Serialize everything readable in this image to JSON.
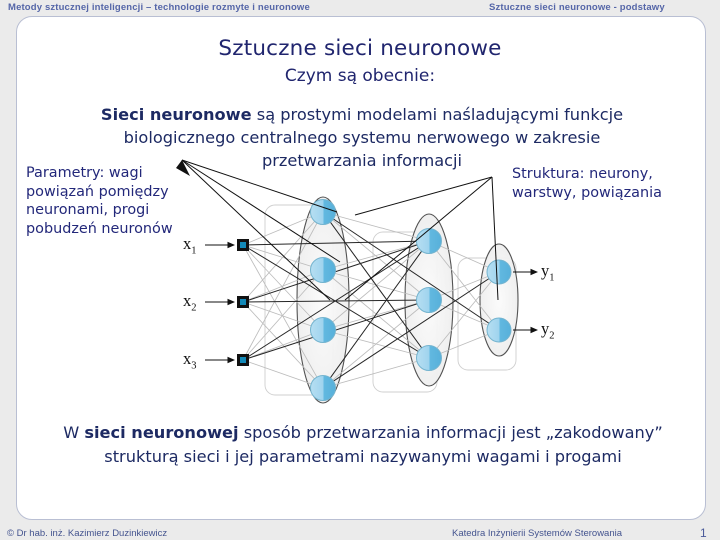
{
  "header": {
    "left": "Metody sztucznej inteligencji – technologie rozmyte i neuronowe",
    "right": "Sztuczne sieci neuronowe - podstawy"
  },
  "slide": {
    "title": "Sztuczne sieci neuronowe",
    "subtitle": "Czym są obecnie:",
    "paragraph_top_bold": "Sieci neuronowe",
    "paragraph_top_rest": " są prostymi modelami naśladującymi funkcje biologicznego centralnego systemu nerwowego w zakresie przetwarzania informacji",
    "paragraph_bottom_pre": "W ",
    "paragraph_bottom_bold": "sieci neuronowej",
    "paragraph_bottom_rest": " sposób przetwarzania informacji jest „zakodowany” strukturą sieci i jej parametrami nazywanymi wagami i progami",
    "note_left": "Parametry: wagi powiązań pomiędzy neuronami, progi pobudzeń neuronów",
    "note_right": "Struktura: neurony, warstwy, powiązania"
  },
  "diagram": {
    "input_labels": [
      "x",
      "x",
      "x"
    ],
    "input_subs": [
      "1",
      "2",
      "3"
    ],
    "output_labels": [
      "y",
      "y"
    ],
    "output_subs": [
      "1",
      "2"
    ],
    "layer_node_counts": [
      3,
      4,
      3,
      2
    ],
    "colors": {
      "neuron_fill_light": "#a8d8ef",
      "neuron_fill_dark": "#5fb5dd",
      "neuron_stroke": "#6aa8c4",
      "input_square_outer": "#1a1a1a",
      "input_square_inner": "#1289b8",
      "ellipse_stroke": "#555555",
      "ellipse_fill": "#f1f1f1",
      "connection_dark": "#2a2a2a",
      "connection_light": "#b3b3b3",
      "pointer_stroke": "#1a1a1a"
    }
  },
  "footer": {
    "left": "© Dr hab. inż. Kazimierz Duzinkiewicz",
    "center": "Katedra Inżynierii Systemów Sterowania",
    "page": "1"
  }
}
